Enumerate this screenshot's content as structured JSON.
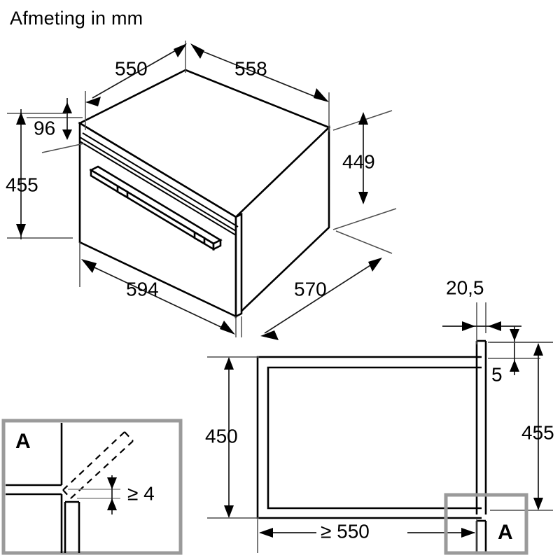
{
  "title": "Afmeting in mm",
  "isometric_view": {
    "name": "built-in-oven-isometric",
    "dimensions": {
      "niche_width_top": "550",
      "depth_top": "558",
      "panel_height_top": "96",
      "front_height": "455",
      "body_height": "449",
      "front_width": "594",
      "depth_body": "570"
    }
  },
  "section_view": {
    "name": "niche-cross-section",
    "dimensions": {
      "niche_height": "450",
      "niche_width": "≥ 550",
      "front_panel_height": "455",
      "front_overlap": "5",
      "panel_thickness": "20,5"
    },
    "callout_label": "A"
  },
  "detail_inset": {
    "name": "detail-a",
    "label": "A",
    "clearance": "≥ 4"
  },
  "colors": {
    "line": "#000000",
    "dimension": "#1a1a1a",
    "callout_frame": "#9a9a9a",
    "background": "#ffffff"
  }
}
